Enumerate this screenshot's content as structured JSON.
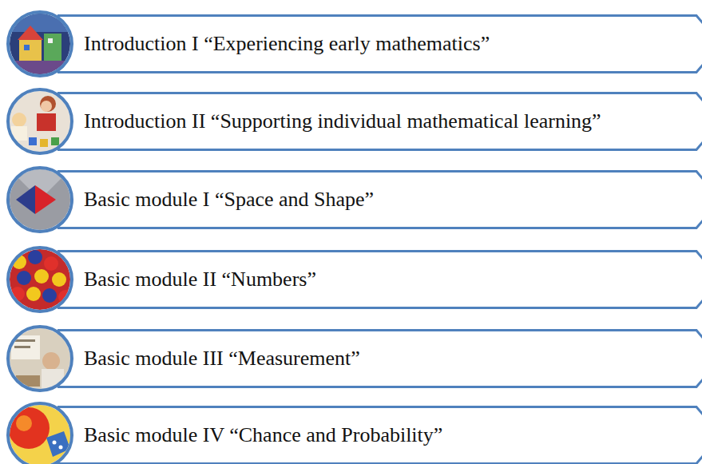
{
  "diagram": {
    "nodes": [
      {
        "text": [
          "Introduction I “Experiencing early mathematics”"
        ]
      },
      {
        "text": [
          "Introduction II “Supporting individual mathematical learning”"
        ]
      },
      {
        "text": [
          "Basic module I “Space and Shape”"
        ]
      },
      {
        "text": [
          "Basic module II “Numbers”"
        ]
      },
      {
        "text": [
          "Basic module III “Measurement”"
        ]
      },
      {
        "text": [
          "Basic module IV “Chance and Probability”"
        ]
      }
    ]
  }
}
